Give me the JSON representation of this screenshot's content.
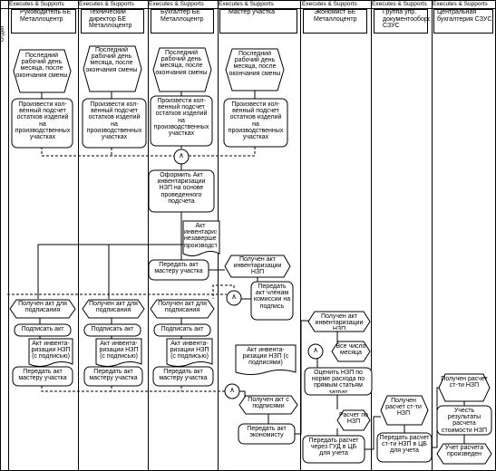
{
  "side_label": "Отдел",
  "lanes": [
    {
      "top": "Executes & Supports",
      "header": "Руководитель БЕ Металлоцентр"
    },
    {
      "top": "Executes & Supports",
      "header": "Технический директор БЕ Металлоцентр"
    },
    {
      "top": "Executes & Supports",
      "header": "Бухгалтер БЕ Металлоцентр"
    },
    {
      "top": "Executes & Supports",
      "header": "Мастер участка"
    },
    {
      "top": "Executes & Supports",
      "header": "Экономист БЕ Металлоцентр"
    },
    {
      "top": "Executes & Supports",
      "header": "Группа упр. документооборотом СЗУС"
    },
    {
      "top": "Executes & Supports",
      "header": "Центральная бухгалтерия СЗУС"
    }
  ],
  "events": {
    "start_1": "Последний рабочий день месяца, после окончания смены",
    "start_2": "Последний рабочий день месяца, после окончания смены",
    "start_3": "Последний рабочий день месяца, после окончания смены",
    "start_4": "Последний рабочий день месяца, после окончания смены",
    "act_received_4": "Получен акт инвентаризации НЗП",
    "act_signing_1": "Получен акт для подписания",
    "act_signing_2": "Получен акт для подписания",
    "act_signing_3": "Получен акт для подписания",
    "act_received_5": "Получен акт инвентаризации НЗП",
    "all_month": "Все число месяца",
    "act_signed": "Получен акт с подписями",
    "calc_nzp": "Расчет по НЗП",
    "calc_received_6": "Получен расчет ст-ти НЗП",
    "calc_received_7": "Получен расчет ст-ти НЗП"
  },
  "functions": {
    "count_1": "Произвести кол-венный подсчет остатков изделий на производственных участках",
    "count_2": "Произвести кол-венный подсчет остатков изделий на производственных участках",
    "count_3": "Произвести кол-венный подсчет остатков изделий на производственных участках",
    "count_4": "Произвести кол-венный подсчет остатков изделий на производственных участках",
    "form_act": "Оформить Акт инвентаризации НЗП на основе проведенного подсчета",
    "pass_master_3": "Передать акт мастеру участка",
    "pass_members": "Передать акт членам комиссии на подпись",
    "sign_1": "Подписать акт",
    "sign_2": "Подписать акт",
    "sign_3": "Подписать акт",
    "pass_master_1": "Передать акт мастеру участка",
    "pass_master_2": "Передать акт мастеру участка",
    "pass_master_3b": "Передать акт мастеру участка",
    "pass_economist": "Передать акт экономисту",
    "estimate": "Оценить НЗП по норме расхода по прямым статьям затрат",
    "pass_calc": "Передать расчет через ГУД в ЦБ для учета",
    "pass_calc_6": "Передать расчет ст-ти НЗП в ЦБ для учета",
    "account": "Учесть результаты расчета стоимости НЗП",
    "account_done": "Учет расчета произведен"
  },
  "documents": {
    "act_nzp": "Акт инвентаризации незавершенного производства",
    "act_1": "Акт инвента-ризации НЗП (с подписью)",
    "act_2": "Акт инвента-ризации НЗП (с подписью)",
    "act_3": "Акт инвента-ризации НЗП (с подписью)",
    "act_4": "Акт инвента-ризации НЗП (с подписями)"
  },
  "operators": {
    "and": "∧"
  },
  "colors": {
    "line": "#000000",
    "fill": "#ffffff",
    "header_bg": "#ffffff"
  }
}
